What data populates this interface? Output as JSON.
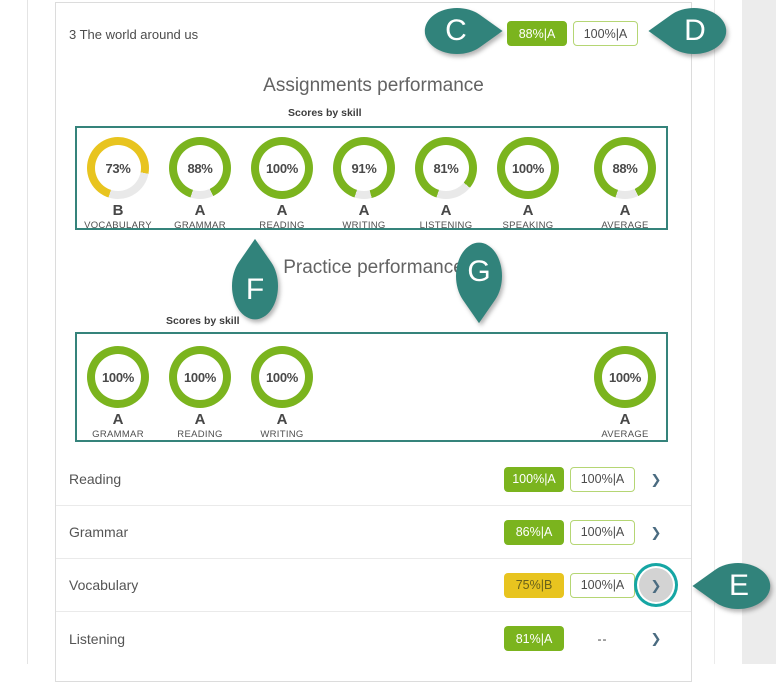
{
  "colors": {
    "success": "#7bb41e",
    "warning": "#e8c41f",
    "track": "#e9e9e9"
  },
  "header": {
    "unit_title": "3 The world around us",
    "assignments_badge": "88%|A",
    "practice_badge": "100%|A"
  },
  "assignments_section": {
    "title": "Assignments performance",
    "subtitle": "Scores by skill",
    "donuts": [
      {
        "percent": "73%",
        "value": 73,
        "grade": "B",
        "skill": "VOCABULARY",
        "color_key": "warning"
      },
      {
        "percent": "88%",
        "value": 88,
        "grade": "A",
        "skill": "GRAMMAR",
        "color_key": "success"
      },
      {
        "percent": "100%",
        "value": 100,
        "grade": "A",
        "skill": "READING",
        "color_key": "success"
      },
      {
        "percent": "91%",
        "value": 91,
        "grade": "A",
        "skill": "WRITING",
        "color_key": "success"
      },
      {
        "percent": "81%",
        "value": 81,
        "grade": "A",
        "skill": "LISTENING",
        "color_key": "success"
      },
      {
        "percent": "100%",
        "value": 100,
        "grade": "A",
        "skill": "SPEAKING",
        "color_key": "success"
      }
    ],
    "average": {
      "percent": "88%",
      "value": 88,
      "grade": "A",
      "skill": "AVERAGE",
      "color_key": "success"
    }
  },
  "practice_section": {
    "title": "Practice performance",
    "subtitle": "Scores by skill",
    "donuts": [
      {
        "percent": "100%",
        "value": 100,
        "grade": "A",
        "skill": "GRAMMAR",
        "color_key": "success"
      },
      {
        "percent": "100%",
        "value": 100,
        "grade": "A",
        "skill": "READING",
        "color_key": "success"
      },
      {
        "percent": "100%",
        "value": 100,
        "grade": "A",
        "skill": "WRITING",
        "color_key": "success"
      }
    ],
    "average": {
      "percent": "100%",
      "value": 100,
      "grade": "A",
      "skill": "AVERAGE",
      "color_key": "success"
    }
  },
  "skill_rows": [
    {
      "label": "Reading",
      "assignments_badge": "100%|A",
      "assignments_variant": "success",
      "practice_badge": "100%|A",
      "no_practice": ""
    },
    {
      "label": "Grammar",
      "assignments_badge": "86%|A",
      "assignments_variant": "success",
      "practice_badge": "100%|A",
      "no_practice": ""
    },
    {
      "label": "Vocabulary",
      "assignments_badge": "75%|B",
      "assignments_variant": "warning",
      "practice_badge": "100%|A",
      "no_practice": ""
    },
    {
      "label": "Listening",
      "assignments_badge": "81%|A",
      "assignments_variant": "success",
      "practice_badge": "",
      "no_practice": "--"
    }
  ],
  "chevron_icon": "❯",
  "annotations": {
    "c": "C",
    "d": "D",
    "e": "E",
    "f": "F",
    "g": "G"
  }
}
